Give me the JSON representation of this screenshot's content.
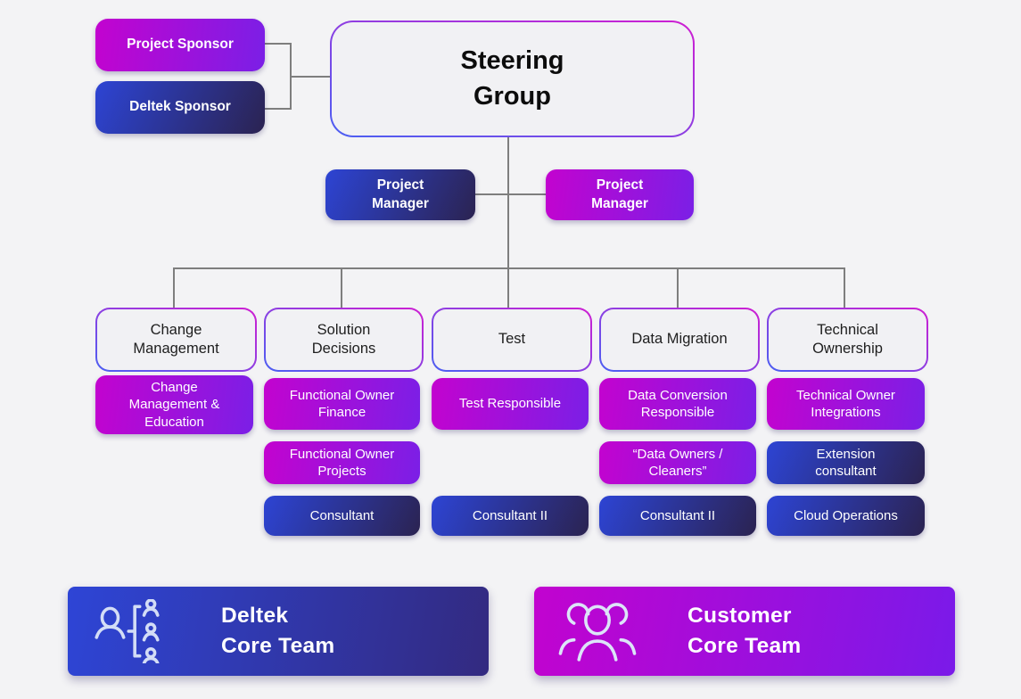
{
  "colors": {
    "background": "#f3f3f5",
    "customer_gradient_start": "#c303cf",
    "customer_gradient_end": "#7b1fe6",
    "deltek_gradient_start": "#2d44d4",
    "deltek_gradient_end": "#2b2351",
    "outline_border_start": "#4b5ff2",
    "outline_border_end": "#cf1ed2",
    "connector": "#7e7e7e"
  },
  "sponsors": {
    "project": "Project Sponsor",
    "deltek": "Deltek Sponsor"
  },
  "steering_group": "Steering\nGroup",
  "project_managers": {
    "left": "Project\nManager",
    "right": "Project\nManager"
  },
  "columns": [
    {
      "header": "Change\nManagement",
      "roles": [
        {
          "label": "Change\nManagement &\nEducation",
          "team": "customer"
        }
      ]
    },
    {
      "header": "Solution\nDecisions",
      "roles": [
        {
          "label": "Functional Owner Finance",
          "team": "customer"
        },
        {
          "label": "Functional Owner Projects",
          "team": "customer"
        },
        {
          "label": "Consultant",
          "team": "deltek"
        }
      ]
    },
    {
      "header": "Test",
      "roles": [
        {
          "label": "Test Responsible",
          "team": "customer"
        },
        {
          "label": "Consultant II",
          "team": "deltek"
        }
      ]
    },
    {
      "header": "Data Migration",
      "roles": [
        {
          "label": "Data Conversion Responsible",
          "team": "customer"
        },
        {
          "label": "“Data Owners / Cleaners”",
          "team": "customer"
        },
        {
          "label": "Consultant II",
          "team": "deltek"
        }
      ]
    },
    {
      "header": "Technical\nOwnership",
      "roles": [
        {
          "label": "Technical Owner Integrations",
          "team": "customer"
        },
        {
          "label": "Extension\nconsultant",
          "team": "deltek"
        },
        {
          "label": "Cloud Operations",
          "team": "deltek"
        }
      ]
    }
  ],
  "legend": {
    "deltek": {
      "label": "Deltek\nCore Team",
      "icon": "org-hierarchy-icon"
    },
    "customer": {
      "label": "Customer\nCore Team",
      "icon": "people-group-icon"
    }
  }
}
